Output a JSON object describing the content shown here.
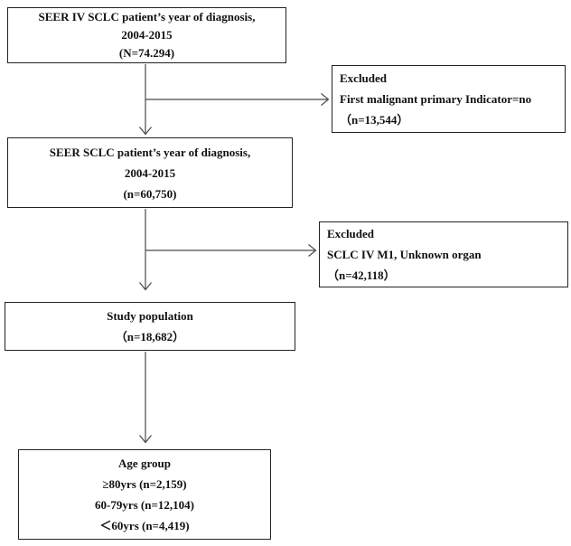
{
  "figure": {
    "type": "flowchart",
    "background_color": "#ffffff",
    "box_border_color": "#222222",
    "text_color": "#111111",
    "connector_color": "#4a4a4a"
  },
  "boxes": {
    "seer_iv": {
      "align": "center",
      "lines": [
        "SEER IV SCLC patient’s year of diagnosis,",
        "2004-2015",
        "(N=74.294)"
      ]
    },
    "excluded_first_malignant": {
      "align": "left",
      "lines": [
        "Excluded",
        "First malignant primary Indicator=no",
        "（n=13,544）"
      ]
    },
    "seer_sclc": {
      "align": "center",
      "lines": [
        "SEER SCLC patient’s year of diagnosis,",
        "2004-2015",
        "(n=60,750)"
      ]
    },
    "excluded_m1": {
      "align": "left",
      "lines": [
        "Excluded",
        "SCLC IV M1, Unknown organ",
        "（n=42,118）"
      ]
    },
    "study_population": {
      "align": "center",
      "lines": [
        "Study population",
        "（n=18,682）"
      ]
    },
    "age_group": {
      "align": "center",
      "lines": [
        "Age group",
        "≥80yrs (n=2,159)",
        "60-79yrs (n=12,104)",
        "＜60yrs (n=4,419)"
      ]
    }
  }
}
